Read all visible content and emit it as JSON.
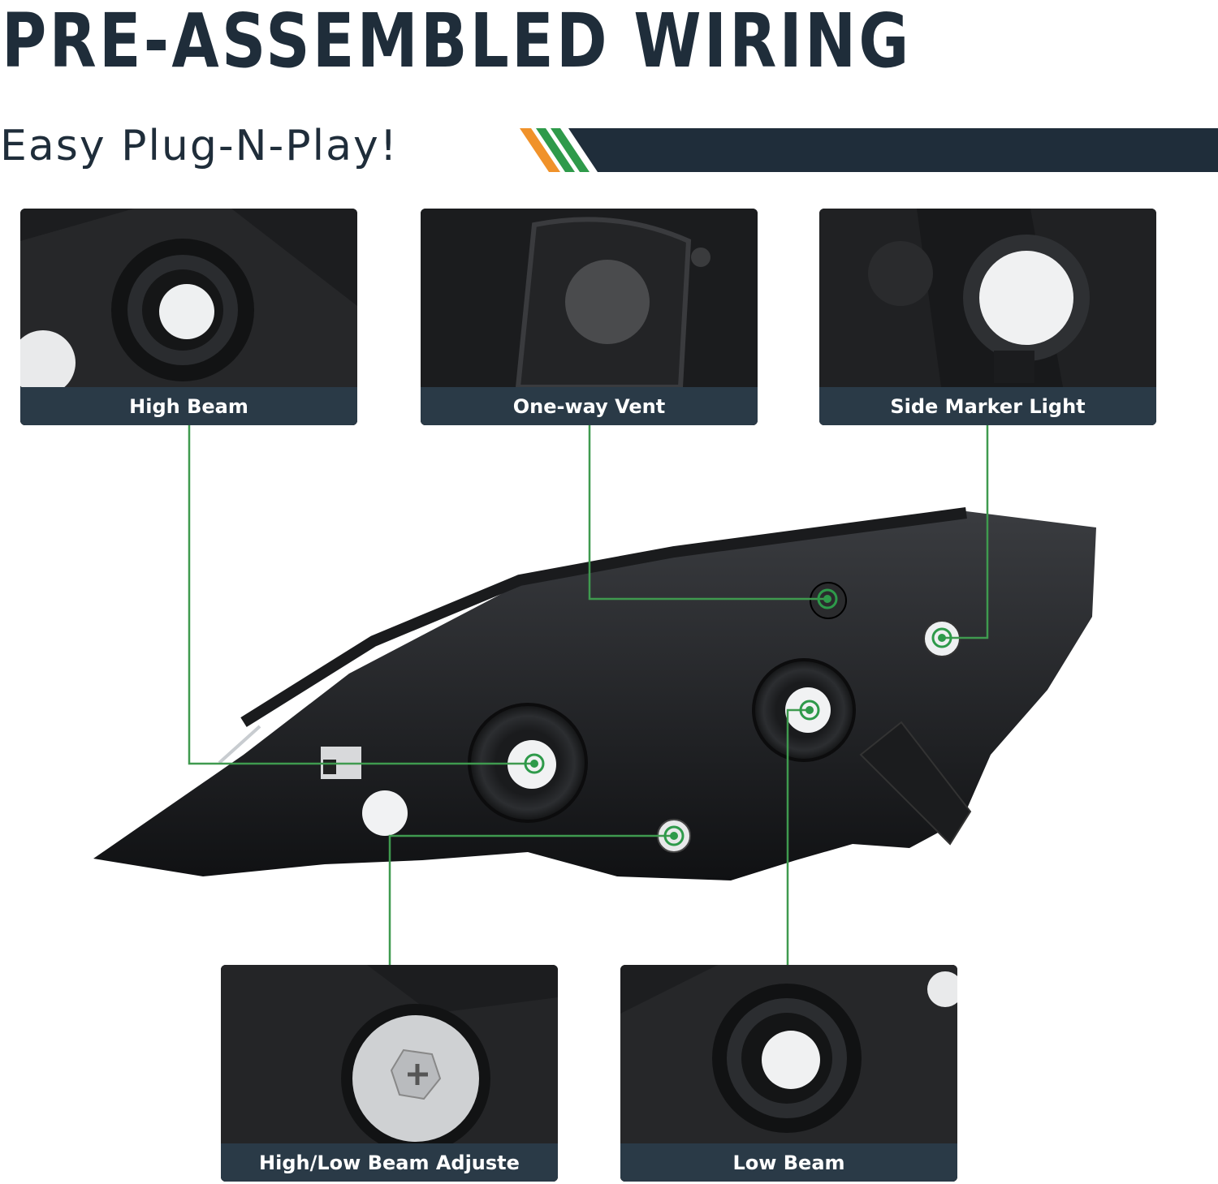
{
  "header": {
    "title": "PRE-ASSEMBLED WIRING",
    "subtitle": "Easy Plug-N-Play!"
  },
  "colors": {
    "navy": "#1f2d3a",
    "caption_bg": "#2a3a47",
    "accent_orange": "#f0922a",
    "accent_green": "#2e9a4a",
    "callout_line": "#3f9a4f"
  },
  "callouts": [
    {
      "label": "High Beam"
    },
    {
      "label": "One-way Vent"
    },
    {
      "label": "Side Marker Light"
    },
    {
      "label": "High/Low Beam Adjuste"
    },
    {
      "label": "Low Beam"
    }
  ]
}
